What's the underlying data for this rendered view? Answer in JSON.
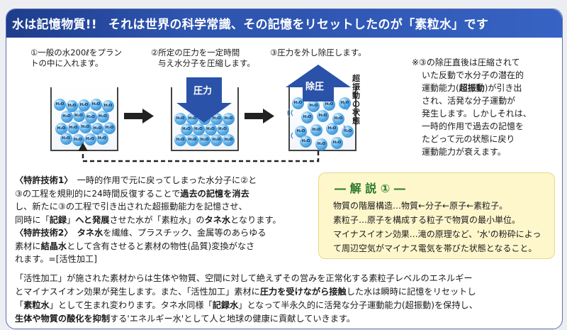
{
  "banner": {
    "part1": "水は記憶物質!!",
    "part2": "それは世界の科学常識、その記憶をリセットしたのが「素粒水」です"
  },
  "steps": {
    "s1_line1": "①一般の水200ℓをプラン",
    "s1_line2": "トの中に入れます。",
    "s2_line1": "②所定の圧力を一定時間",
    "s2_line2": "与え水分子を圧縮します。",
    "s3_line1": "③圧力を外し除圧します。"
  },
  "diagram": {
    "molecule_label": "H₂O",
    "press_label": "圧力",
    "release_label": "除圧",
    "super_vibration_label": "超振動の状態"
  },
  "note": {
    "lines": [
      "※③の除圧直後は圧縮されて",
      "いた反動で水分子の潜在的",
      "運動能力(",
      "超振動",
      ")が引き出",
      "され、活発な分子運動が",
      "発生します。しかしそれは、",
      "一時的作用で過去の記憶を",
      "たどって元の状態に戻り",
      "運動能力が衰えます。"
    ]
  },
  "para1": {
    "tech1_heading": "〈特許技術1〉",
    "tech1_a": "一時的作用で元に戻ってしまった水分子に②と",
    "tech1_b": "③の工程を規則的に24時間反復することで",
    "tech1_b_bold": "過去の記憶を消去",
    "tech1_c": "し、新たに③の工程で引き出された超振動能力を記憶させ、",
    "tech1_d1": "同時に「",
    "tech1_d_bold1": "記録",
    "tech1_d2": "」",
    "tech1_d_bold2": "へと発展",
    "tech1_d3": "させた水が「素粒水」の",
    "tech1_d_bold3": "タネ水",
    "tech1_d4": "となります。",
    "tech2_heading": "〈特許技術2〉",
    "tech2_bold": "タネ水",
    "tech2_a": "を繊維、プラスチック、金属等のあらゆる",
    "tech2_b1": "素材に",
    "tech2_b_bold": "結晶水",
    "tech2_b2": "として含有させると素材の物性(品質)変換がなさ",
    "tech2_c": "れます。=[活性加工]"
  },
  "kaisetsu": {
    "title": "― 解 説 ① ―",
    "lines": [
      "物質の階層構造…物質←分子←原子←素粒子。",
      "素粒子…原子を構成する粒子で物質の最小単位。",
      "マイナスイオン効果…滝の原理など、'水'の粉砕によっ",
      "て周辺空気がマイナス電気を帯びた状態となること。"
    ]
  },
  "para2": {
    "l1": "「活性加工」が施された素材からは生体や物質、空間に対して絶えずその営みを正常化する素粒子レベルのエネルギー",
    "l2a": "とマイナスイオン効果が発生します。また、「活性加工」素材に",
    "l2_bold": "圧力を受けながら接触",
    "l2b": "した水は瞬時に記憶をリセットし",
    "l3a": "「",
    "l3_bold": "素粒水",
    "l3b": "」として生まれ変わります。タネ水同様「",
    "l3_bold2": "記録水",
    "l3c": "」となって半永久的に活発な分子運動能力(超振動)を保持し、",
    "l4_bold": "生体や物質の酸化を抑制",
    "l4a": "する'エネルギー水'として人と地球の健康に貢献していきます。"
  },
  "colors": {
    "banner": "#2e55b0",
    "arrow_blue": "#2a52a8",
    "kaisetsu_bg": "#fff7cc",
    "kaisetsu_title": "#2a7a2a"
  }
}
